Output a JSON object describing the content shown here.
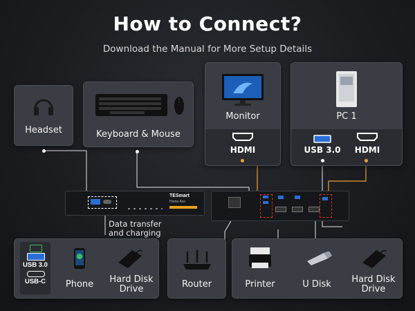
{
  "title": "How to Connect?",
  "subtitle": "Download the Manual for More Setup Details",
  "top_devices": {
    "headset": "Headset",
    "keyboard_mouse": "Keyboard & Mouse",
    "monitor": "Monitor",
    "monitor_port": "HDMI",
    "pc": "PC 1",
    "pc_port_usb": "USB 3.0",
    "pc_port_hdmi": "HDMI"
  },
  "switch": {
    "brand": "TESmart",
    "brand_sub": "Home Ace",
    "annotation": "Data transfer\nand charging"
  },
  "bottom_devices": {
    "front_ports": [
      "USB 3.0",
      "USB-C"
    ],
    "phone": "Phone",
    "hard_disk_front": "Hard Disk\nDrive",
    "router": "Router",
    "printer": "Printer",
    "u_disk": "U Disk",
    "hard_disk_back": "Hard Disk\nDrive"
  },
  "colors": {
    "highlight": "#e0301e",
    "connector": "#f0a030",
    "usb_blue": "#2b6fd6"
  }
}
